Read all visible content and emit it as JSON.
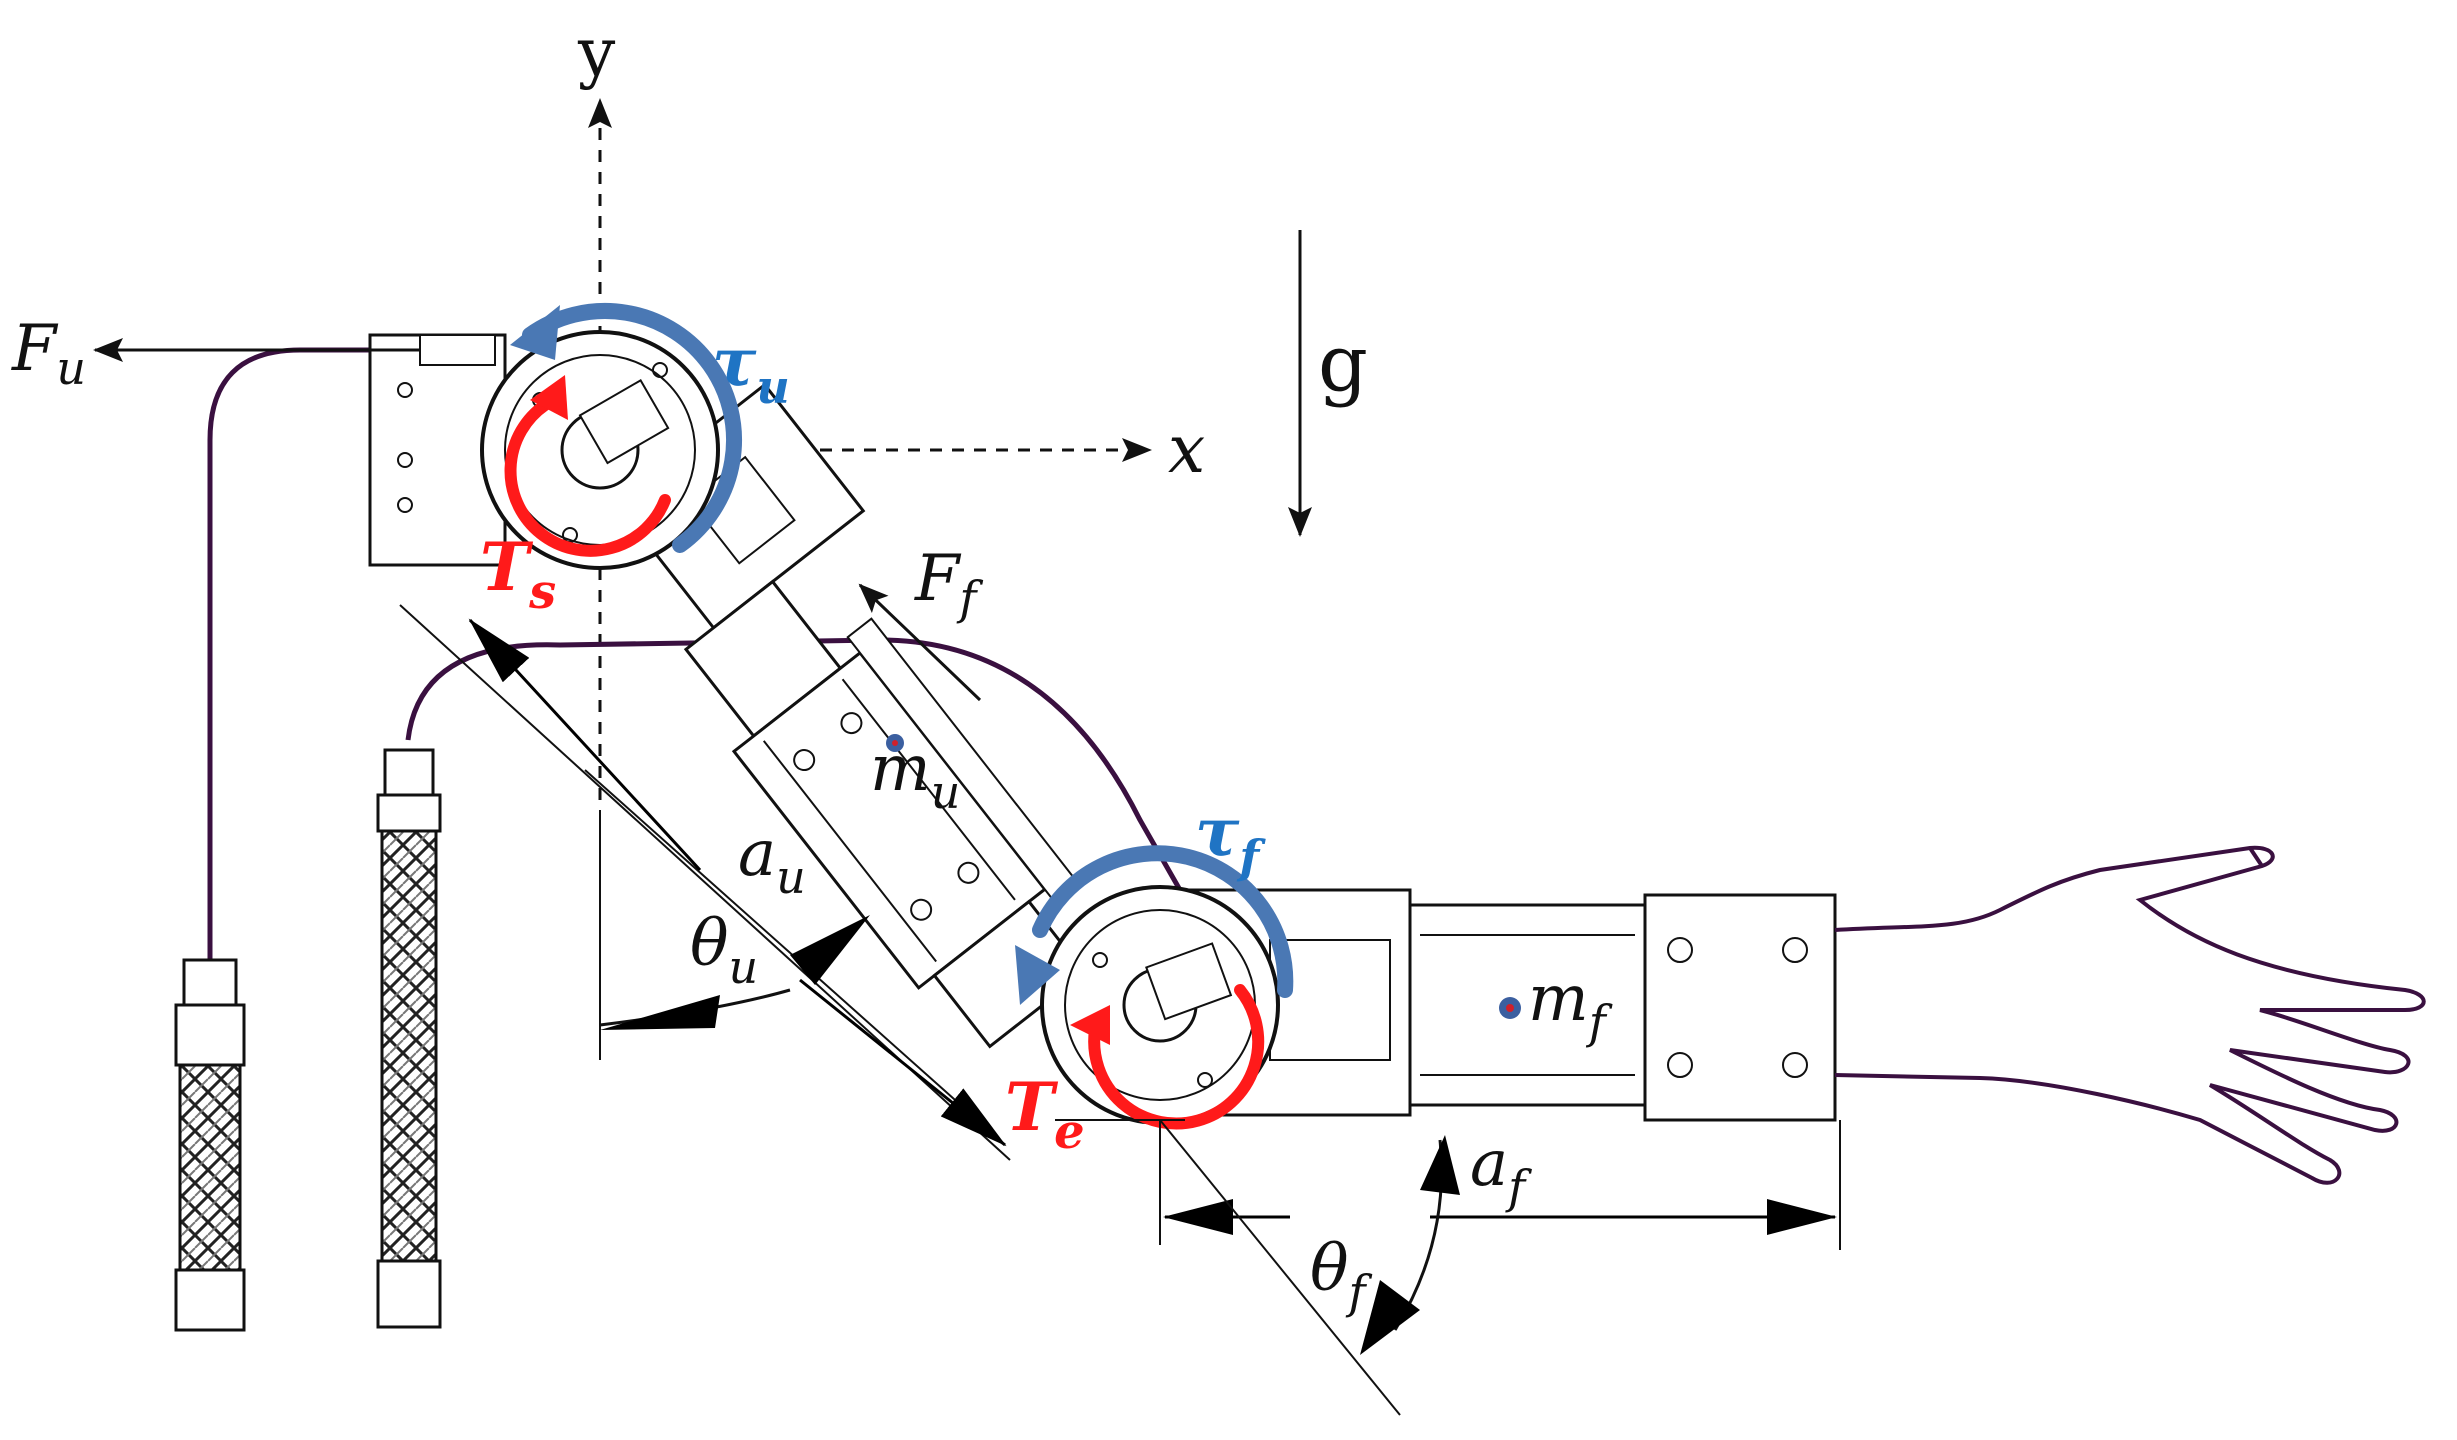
{
  "axes": {
    "y_label": "y",
    "x_label": "x",
    "gravity_label": "g"
  },
  "forces": {
    "upper_cable_force": "F",
    "upper_cable_force_sub": "u",
    "fore_cable_force": "F",
    "fore_cable_force_sub": "f"
  },
  "torques": {
    "shoulder_motor": "τ",
    "shoulder_motor_sub": "u",
    "elbow_motor": "τ",
    "elbow_motor_sub": "f",
    "shoulder_load": "T",
    "shoulder_load_sub": "s",
    "elbow_load": "T",
    "elbow_load_sub": "e"
  },
  "masses": {
    "upper_arm": "m",
    "upper_arm_sub": "u",
    "forearm": "m",
    "forearm_sub": "f"
  },
  "dimensions": {
    "upper_length": "a",
    "upper_length_sub": "u",
    "fore_length": "a",
    "fore_length_sub": "f",
    "upper_angle": "θ",
    "upper_angle_sub": "u",
    "fore_angle": "θ",
    "fore_angle_sub": "f"
  },
  "colors": {
    "ink": "#111111",
    "motor_torque": "#4a78b4",
    "motor_torque_text": "#1f74c4",
    "load_torque": "#ff1a1a",
    "cable": "#3a1040",
    "mass_dot": "#3b5fa0",
    "mass_center": "#d0202a"
  }
}
